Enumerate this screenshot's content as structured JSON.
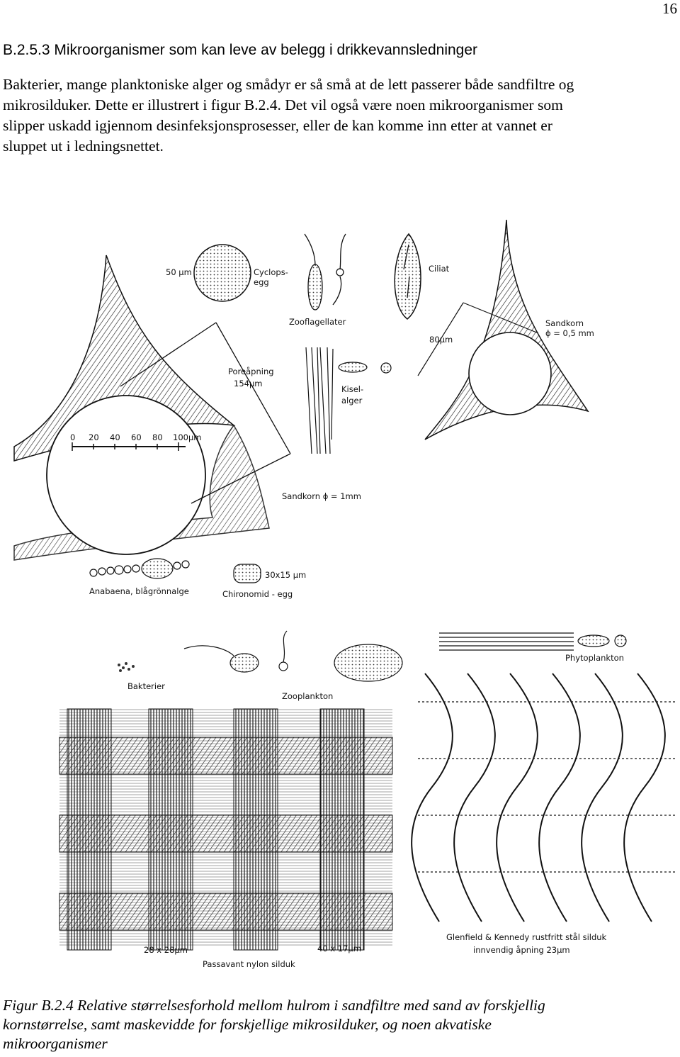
{
  "page": {
    "number": "16"
  },
  "section": {
    "heading": "B.2.5.3 Mikroorganismer som kan leve av belegg i drikkevannsledninger"
  },
  "body": {
    "lines": [
      "Bakterier, mange planktoniske alger og smådyr er så små at de lett passerer både sandfiltre og",
      "mikrosilduker. Dette er illustrert i figur B.2.4. Det vil også være noen mikroorganismer som",
      "slipper uskadd igjennom desinfeksjonsprosesser, eller de kan komme inn etter at vannet er",
      "sluppet ut i ledningsnettet."
    ]
  },
  "figure": {
    "labels": {
      "size_50um": "50 µm",
      "cyclops_egg_1": "Cyclops-",
      "cyclops_egg_2": "egg",
      "ciliat": "Ciliat",
      "zooflagellater": "Zooflagellater",
      "size_80um": "80µm",
      "sandkorn_small_1": "Sandkorn",
      "sandkorn_small_2": "ϕ = 0,5 mm",
      "poreapning_1": "Poreåpning",
      "poreapning_2": "154µm",
      "kiselalger_1": "Kisel-",
      "kiselalger_2": "alger",
      "scale_ticks": [
        "0",
        "20",
        "40",
        "60",
        "80",
        "100µm"
      ],
      "sandkorn_large": "Sandkorn  ϕ = 1mm",
      "anabaena": "Anabaena, blågrönnalge",
      "size_30x15": "30x15 µm",
      "chironomid": "Chironomid - egg",
      "phytoplankton": "Phytoplankton",
      "bakterier": "Bakterier",
      "zooplankton": "Zooplankton",
      "size_28x28": "28 x 28µm",
      "size_40x17": "40 x 17µm",
      "passavant": "Passavant nylon silduk",
      "glenfield_1": "Glenfield & Kennedy rustfritt stål silduk",
      "glenfield_2": "innvendig åpning 23µm"
    }
  },
  "caption": {
    "lines": [
      "Figur B.2.4 Relative størrelsesforhold mellom hulrom i sandfiltre med sand av forskjellig",
      "kornstørrelse, samt maskevidde for forskjellige mikrosilduker, og noen akvatiske",
      "mikroorganismer"
    ]
  }
}
